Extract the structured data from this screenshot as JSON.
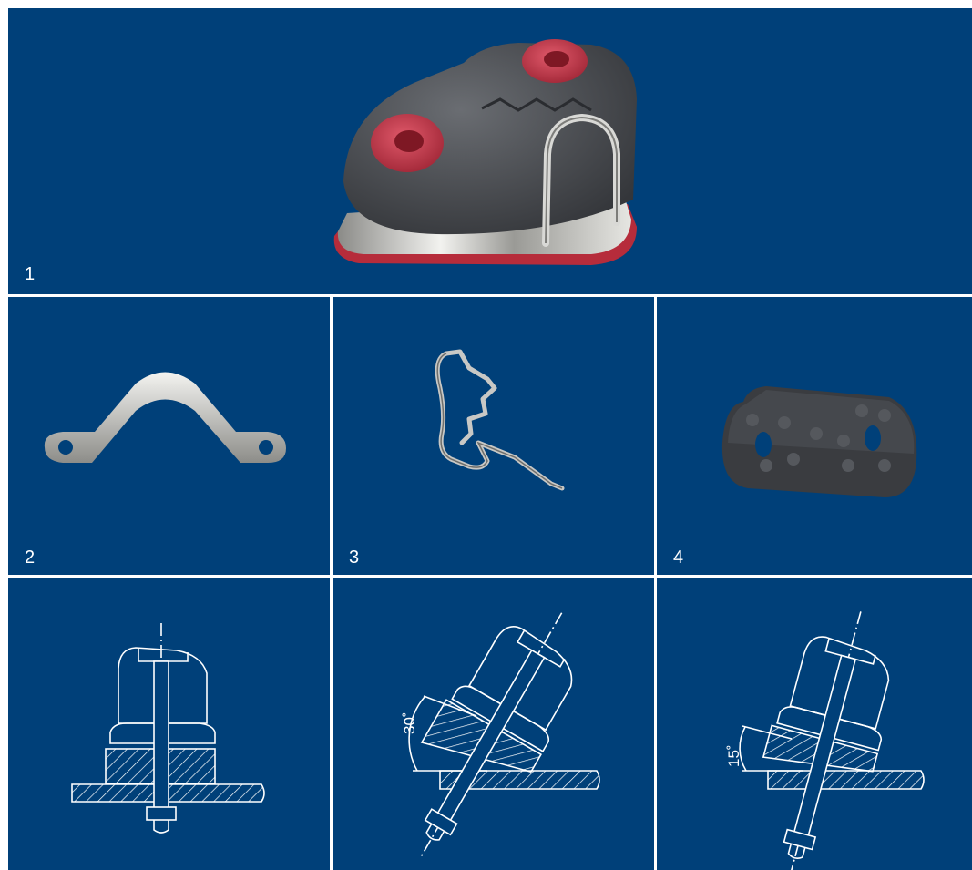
{
  "panels": {
    "main": {
      "number": "1"
    },
    "eye_strap": {
      "number": "2"
    },
    "wire_fairlead": {
      "number": "3"
    },
    "riser_pad": {
      "number": "4"
    }
  },
  "diagrams": {
    "tilt_30": {
      "angle_label": "30˚"
    },
    "tilt_15": {
      "angle_label": "15˚"
    }
  },
  "colors": {
    "panel_blue": "#004079",
    "line_white": "#ffffff",
    "cam_body": "#4a4d52",
    "bush_red": "#c8394a",
    "steel": "#c9c9c7"
  }
}
